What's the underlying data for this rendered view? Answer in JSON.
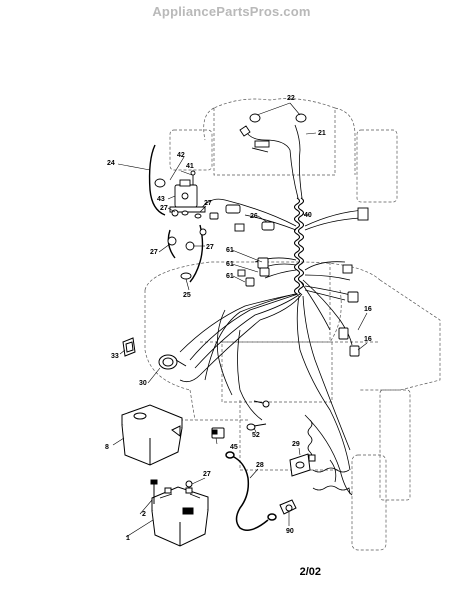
{
  "watermark": "AppliancePartsPros.com",
  "date_code": "2/02",
  "callouts": {
    "c1": "1",
    "c2": "2",
    "c8": "8",
    "c16a": "16",
    "c16b": "16",
    "c21": "21",
    "c22": "22",
    "c24": "24",
    "c25": "25",
    "c26": "26",
    "c27a": "27",
    "c27b": "27",
    "c27c": "27",
    "c27d": "27",
    "c27e": "27",
    "c28": "28",
    "c29": "29",
    "c30": "30",
    "c33": "33",
    "c40": "40",
    "c41": "41",
    "c42": "42",
    "c43": "43",
    "c45": "45",
    "c52": "52",
    "c61a": "61",
    "c61b": "61",
    "c61c": "61",
    "c90": "90"
  }
}
